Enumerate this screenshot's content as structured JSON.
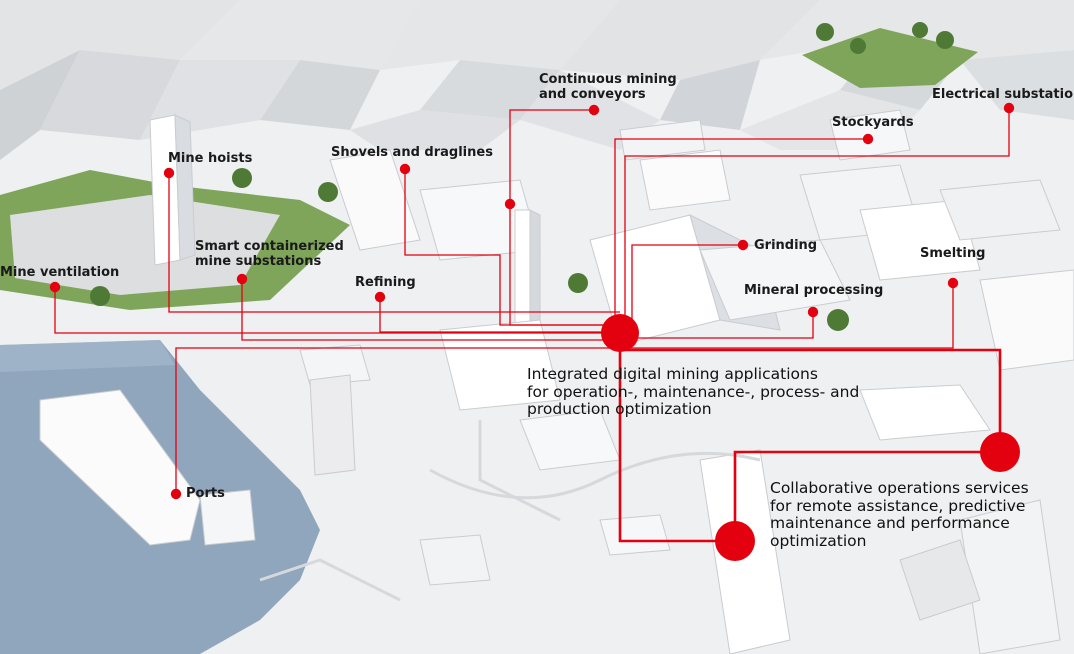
{
  "colors": {
    "accent": "#e3000f",
    "ground": "#f2f3f4",
    "water": "#8fa6bd",
    "grass": "#7ea55a"
  },
  "labels": {
    "mine_hoists": "Mine hoists",
    "mine_ventilation": "Mine ventilation",
    "smart_substations_line1": "Smart containerized",
    "smart_substations_line2": "mine substations",
    "refining": "Refining",
    "shovels": "Shovels and draglines",
    "continuous_line1": "Continuous mining",
    "continuous_line2": "and conveyors",
    "stockyards": "Stockyards",
    "electrical": "Electrical substations",
    "grinding": "Grinding",
    "smelting": "Smelting",
    "mineral_processing": "Mineral processing",
    "ports": "Ports"
  },
  "callouts": {
    "integrated": "Integrated digital mining applications\nfor operation-, maintenance-, process- and\nproduction optimization",
    "collaborative": "Collaborative operations services\nfor remote assistance, predictive\nmaintenance and performance\noptimization"
  },
  "icons": {
    "hub": "red-hub-dot",
    "marker": "red-marker-dot"
  }
}
